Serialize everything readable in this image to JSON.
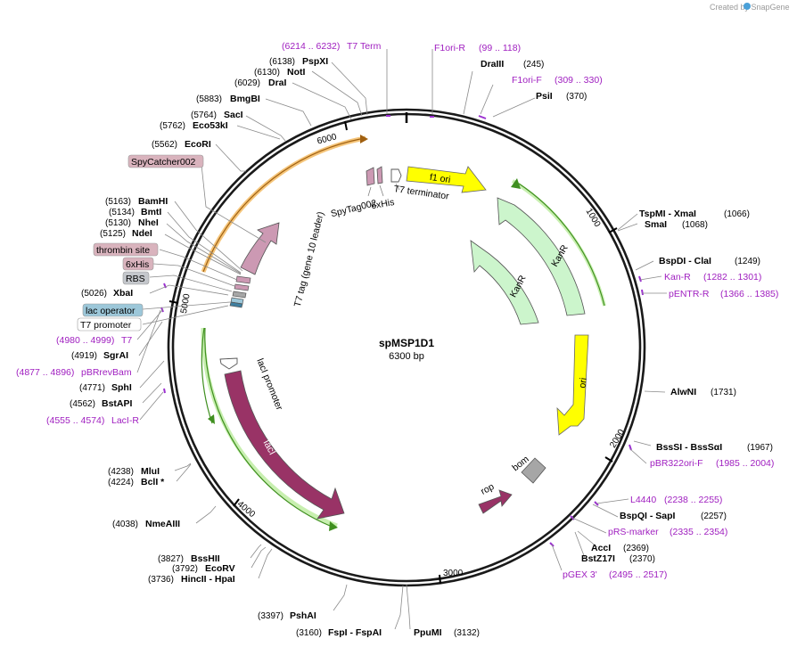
{
  "brand": "Created by SnapGene",
  "plasmid": {
    "name": "spMSP1D1",
    "size_label": "6300 bp",
    "length": 6300
  },
  "ticks": [
    "1000",
    "2000",
    "3000",
    "4000",
    "5000",
    "6000"
  ],
  "sites": [
    {
      "text": "DraIII",
      "coord": "(245)",
      "side": "right"
    },
    {
      "text": "PsiI",
      "coord": "(370)",
      "side": "right"
    },
    {
      "text": "TspMI - XmaI",
      "coord": "(1066)",
      "side": "right"
    },
    {
      "text": "SmaI",
      "coord": "(1068)",
      "side": "right"
    },
    {
      "text": "BspDI - ClaI",
      "coord": "(1249)",
      "side": "right"
    },
    {
      "text": "AlwNI",
      "coord": "(1731)",
      "side": "right"
    },
    {
      "text": "BssSI - BssSαI",
      "coord": "(1967)",
      "side": "right"
    },
    {
      "text": "BspQI - SapI",
      "coord": "(2257)",
      "side": "right"
    },
    {
      "text": "AccI",
      "coord": "(2369)",
      "side": "right"
    },
    {
      "text": "BstZ17I",
      "coord": "(2370)",
      "side": "right"
    },
    {
      "text": "PpuMI",
      "coord": "(3132)",
      "side": "right"
    },
    {
      "text": "FspI - FspAI",
      "coord": "(3160)",
      "side": "left"
    },
    {
      "text": "PshAI",
      "coord": "(3397)",
      "side": "left"
    },
    {
      "text": "HincII - HpaI",
      "coord": "(3736)",
      "side": "left"
    },
    {
      "text": "EcoRV",
      "coord": "(3792)",
      "side": "left"
    },
    {
      "text": "BssHII",
      "coord": "(3827)",
      "side": "left"
    },
    {
      "text": "NmeAIII",
      "coord": "(4038)",
      "side": "left"
    },
    {
      "text": "BclI *",
      "coord": "(4224)",
      "side": "left"
    },
    {
      "text": "MluI",
      "coord": "(4238)",
      "side": "left"
    },
    {
      "text": "BstAPI",
      "coord": "(4562)",
      "side": "left"
    },
    {
      "text": "SphI",
      "coord": "(4771)",
      "side": "left"
    },
    {
      "text": "SgrAI",
      "coord": "(4919)",
      "side": "left"
    },
    {
      "text": "XbaI",
      "coord": "(5026)",
      "side": "left"
    },
    {
      "text": "NdeI",
      "coord": "(5125)",
      "side": "left"
    },
    {
      "text": "NheI",
      "coord": "(5130)",
      "side": "left"
    },
    {
      "text": "BmtI",
      "coord": "(5134)",
      "side": "left"
    },
    {
      "text": "BamHI",
      "coord": "(5163)",
      "side": "left"
    },
    {
      "text": "EcoRI",
      "coord": "(5562)",
      "side": "left"
    },
    {
      "text": "Eco53kI",
      "coord": "(5762)",
      "side": "left"
    },
    {
      "text": "SacI",
      "coord": "(5764)",
      "side": "left"
    },
    {
      "text": "BmgBI",
      "coord": "(5883)",
      "side": "left"
    },
    {
      "text": "DraI",
      "coord": "(6029)",
      "side": "left"
    },
    {
      "text": "NotI",
      "coord": "(6130)",
      "side": "left"
    },
    {
      "text": "PspXI",
      "coord": "(6138)",
      "side": "left"
    }
  ],
  "primers": [
    {
      "name": "T7 Term",
      "range": "(6214 .. 6232)"
    },
    {
      "name": "F1ori-R",
      "range": "(99 .. 118)"
    },
    {
      "name": "F1ori-F",
      "range": "(309 .. 330)"
    },
    {
      "name": "Kan-R",
      "range": "(1282 .. 1301)"
    },
    {
      "name": "pENTR-R",
      "range": "(1366 .. 1385)"
    },
    {
      "name": "pBR322ori-F",
      "range": "(1985 .. 2004)"
    },
    {
      "name": "L4440",
      "range": "(2238 .. 2255)"
    },
    {
      "name": "pRS-marker",
      "range": "(2335 .. 2354)"
    },
    {
      "name": "pGEX 3'",
      "range": "(2495 .. 2517)"
    },
    {
      "name": "LacI-R",
      "range": "(4555 .. 4574)"
    },
    {
      "name": "pBRrevBam",
      "range": "(4877 .. 4896)"
    },
    {
      "name": "T7",
      "range": "(4980 .. 4999)"
    }
  ],
  "boxed_features": [
    {
      "text": "SpyCatcher002",
      "color": "#d9b3bd"
    },
    {
      "text": "thrombin site",
      "color": "#d9b3bd"
    },
    {
      "text": "6xHis",
      "color": "#d9b3bd"
    },
    {
      "text": "RBS",
      "color": "#c4c7cc"
    },
    {
      "text": "lac operator",
      "color": "#9cc7d9"
    },
    {
      "text": "T7 promoter",
      "color": "#ffffff"
    }
  ],
  "inner_labels": {
    "f1_ori": "f1 ori",
    "t7_terminator": "T7 terminator",
    "spytag": "SpyTag002",
    "his": "6xHis",
    "kanr_outer": "KanR",
    "kanr_inner": "KanR",
    "ori": "ori",
    "bom": "bom",
    "rop": "rop",
    "laci": "lacI",
    "laci_promoter": "lacI promoter",
    "t7tag": "T7 tag (gene 10 leader)"
  },
  "colors": {
    "backbone": "#1a1a1a",
    "f1_ori": "#ffff00",
    "kanr": "#ccf5cc",
    "ori": "#ffff00",
    "laci": "#993366",
    "rop": "#993366",
    "bom": "#a6a6a6",
    "t7tag": "#cc99b3",
    "orf_glow_green": "#66cc33",
    "orf_glow_orange": "#f5a623",
    "primer": "#9b30d0",
    "brand": "#4aa0d8"
  }
}
